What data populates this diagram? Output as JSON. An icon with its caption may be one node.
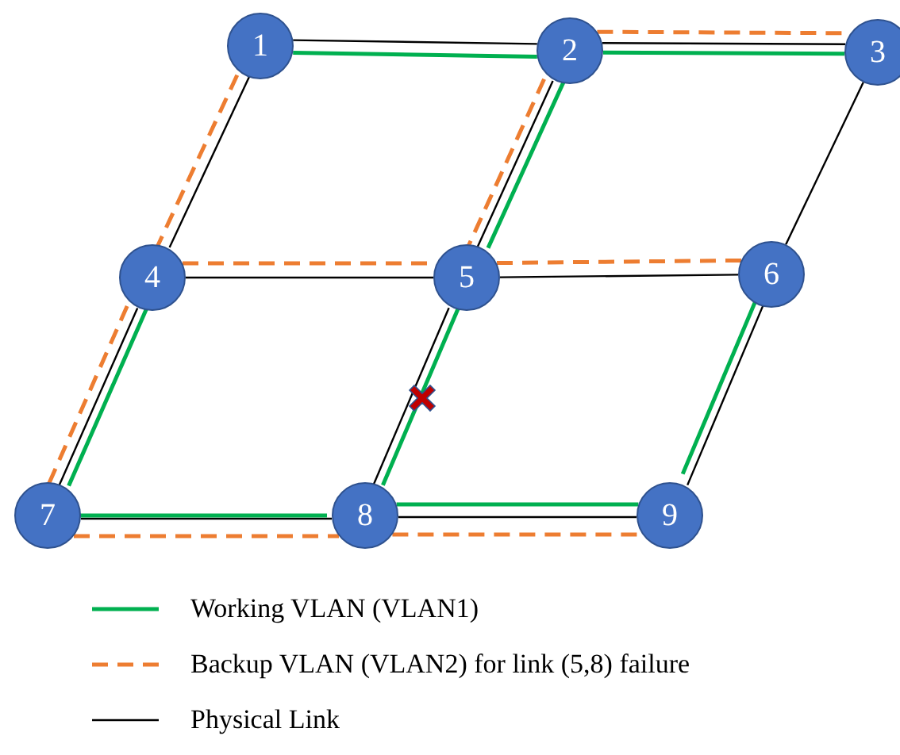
{
  "diagram": {
    "nodes": [
      {
        "text": [
          "1"
        ]
      },
      {
        "text": [
          "2"
        ]
      },
      {
        "text": [
          "3"
        ]
      },
      {
        "text": [
          "4"
        ]
      },
      {
        "text": [
          "5"
        ]
      },
      {
        "text": [
          "6"
        ]
      },
      {
        "text": [
          "7"
        ]
      },
      {
        "text": [
          "8"
        ]
      },
      {
        "text": [
          "9"
        ]
      }
    ],
    "edges": [
      {
        "from": 0,
        "to": 1,
        "arrow": "none"
      },
      {
        "from": 1,
        "to": 2,
        "arrow": "none"
      },
      {
        "from": 0,
        "to": 3,
        "arrow": "none"
      },
      {
        "from": 1,
        "to": 4,
        "arrow": "none"
      },
      {
        "from": 2,
        "to": 5,
        "arrow": "none"
      },
      {
        "from": 3,
        "to": 4,
        "arrow": "none"
      },
      {
        "from": 4,
        "to": 5,
        "arrow": "none"
      },
      {
        "from": 3,
        "to": 6,
        "arrow": "none"
      },
      {
        "from": 4,
        "to": 7,
        "arrow": "none"
      },
      {
        "from": 5,
        "to": 8,
        "arrow": "none"
      },
      {
        "from": 6,
        "to": 7,
        "arrow": "none"
      },
      {
        "from": 7,
        "to": 8,
        "arrow": "none"
      },
      {
        "from": 0,
        "to": 1,
        "arrow": "none",
        "color": "#00b050"
      },
      {
        "from": 1,
        "to": 2,
        "arrow": "none",
        "color": "#00b050"
      },
      {
        "from": 1,
        "to": 4,
        "arrow": "none",
        "color": "#00b050"
      },
      {
        "from": 4,
        "to": 7,
        "arrow": "none",
        "color": "#00b050"
      },
      {
        "from": 3,
        "to": 6,
        "arrow": "none",
        "color": "#00b050"
      },
      {
        "from": 6,
        "to": 7,
        "arrow": "none",
        "color": "#00b050"
      },
      {
        "from": 7,
        "to": 8,
        "arrow": "none",
        "color": "#00b050"
      },
      {
        "from": 8,
        "to": 5,
        "arrow": "none",
        "color": "#00b050"
      },
      {
        "from": 1,
        "to": 2,
        "arrow": "none",
        "style": "dashed",
        "color": "#ed7d31"
      },
      {
        "from": 1,
        "to": 4,
        "arrow": "none",
        "style": "dashed",
        "color": "#ed7d31"
      },
      {
        "from": 3,
        "to": 4,
        "arrow": "none",
        "style": "dashed",
        "color": "#ed7d31"
      },
      {
        "from": 4,
        "to": 5,
        "arrow": "none",
        "style": "dashed",
        "color": "#ed7d31"
      },
      {
        "from": 0,
        "to": 3,
        "arrow": "none",
        "style": "dashed",
        "color": "#ed7d31"
      },
      {
        "from": 3,
        "to": 6,
        "arrow": "none",
        "style": "dashed",
        "color": "#ed7d31"
      },
      {
        "from": 6,
        "to": 7,
        "arrow": "none",
        "style": "dashed",
        "color": "#ed7d31"
      },
      {
        "from": 7,
        "to": 8,
        "arrow": "none",
        "style": "dashed",
        "color": "#ed7d31"
      }
    ],
    "legend": [
      {
        "text": "Working VLAN (VLAN1)"
      },
      {
        "text": "Backup VLAN (VLAN2) for link (5,8) failure"
      },
      {
        "text": "Physical Link"
      }
    ]
  }
}
